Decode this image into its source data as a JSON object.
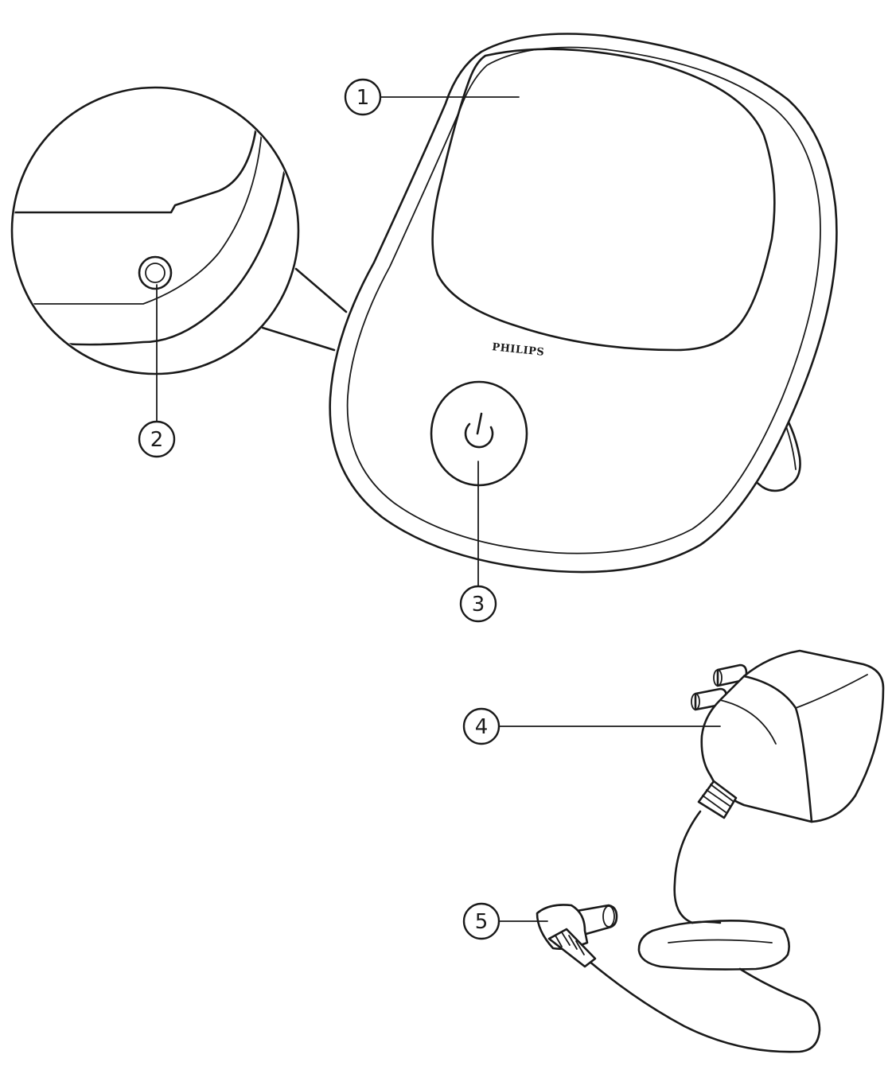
{
  "brand": {
    "label": "PHILIPS"
  },
  "callouts": [
    {
      "id": "1",
      "label": "1"
    },
    {
      "id": "2",
      "label": "2"
    },
    {
      "id": "3",
      "label": "3"
    },
    {
      "id": "4",
      "label": "4"
    },
    {
      "id": "5",
      "label": "5"
    }
  ],
  "icons": {
    "power_button": "power-icon"
  },
  "colors": {
    "line": "#1a1a1a",
    "background": "#ffffff"
  }
}
